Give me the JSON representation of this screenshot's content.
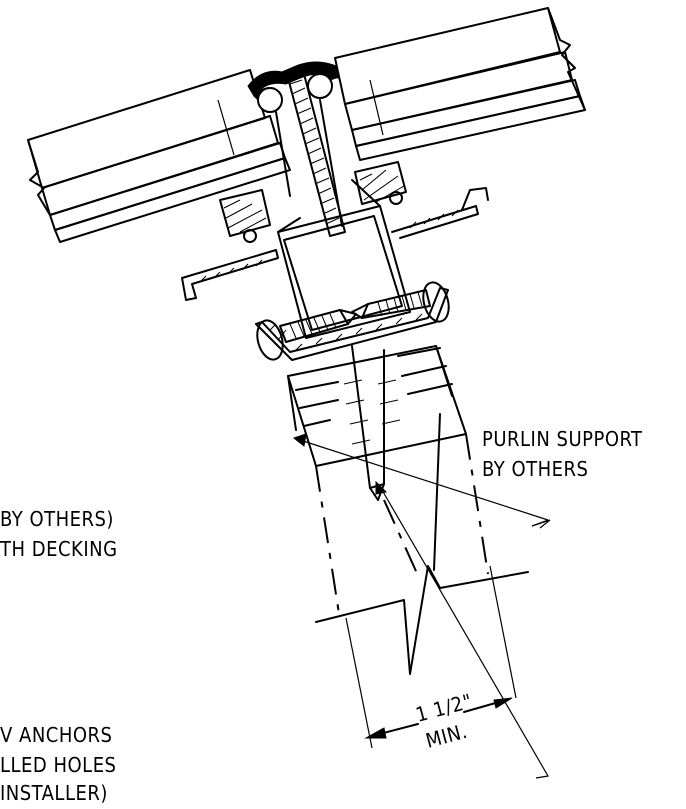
{
  "callouts": {
    "purlin_support_line1": "PURLIN SUPPORT",
    "purlin_support_line2": "BY OTHERS",
    "shims_line1": "BY OTHERS)",
    "shims_line2": "TH DECKING",
    "anchors_line1": "V ANCHORS",
    "anchors_line2": "LLED HOLES",
    "anchors_line3": "INSTALLER)"
  },
  "dimension": {
    "value": "1 1/2\"",
    "qualifier": "MIN."
  }
}
